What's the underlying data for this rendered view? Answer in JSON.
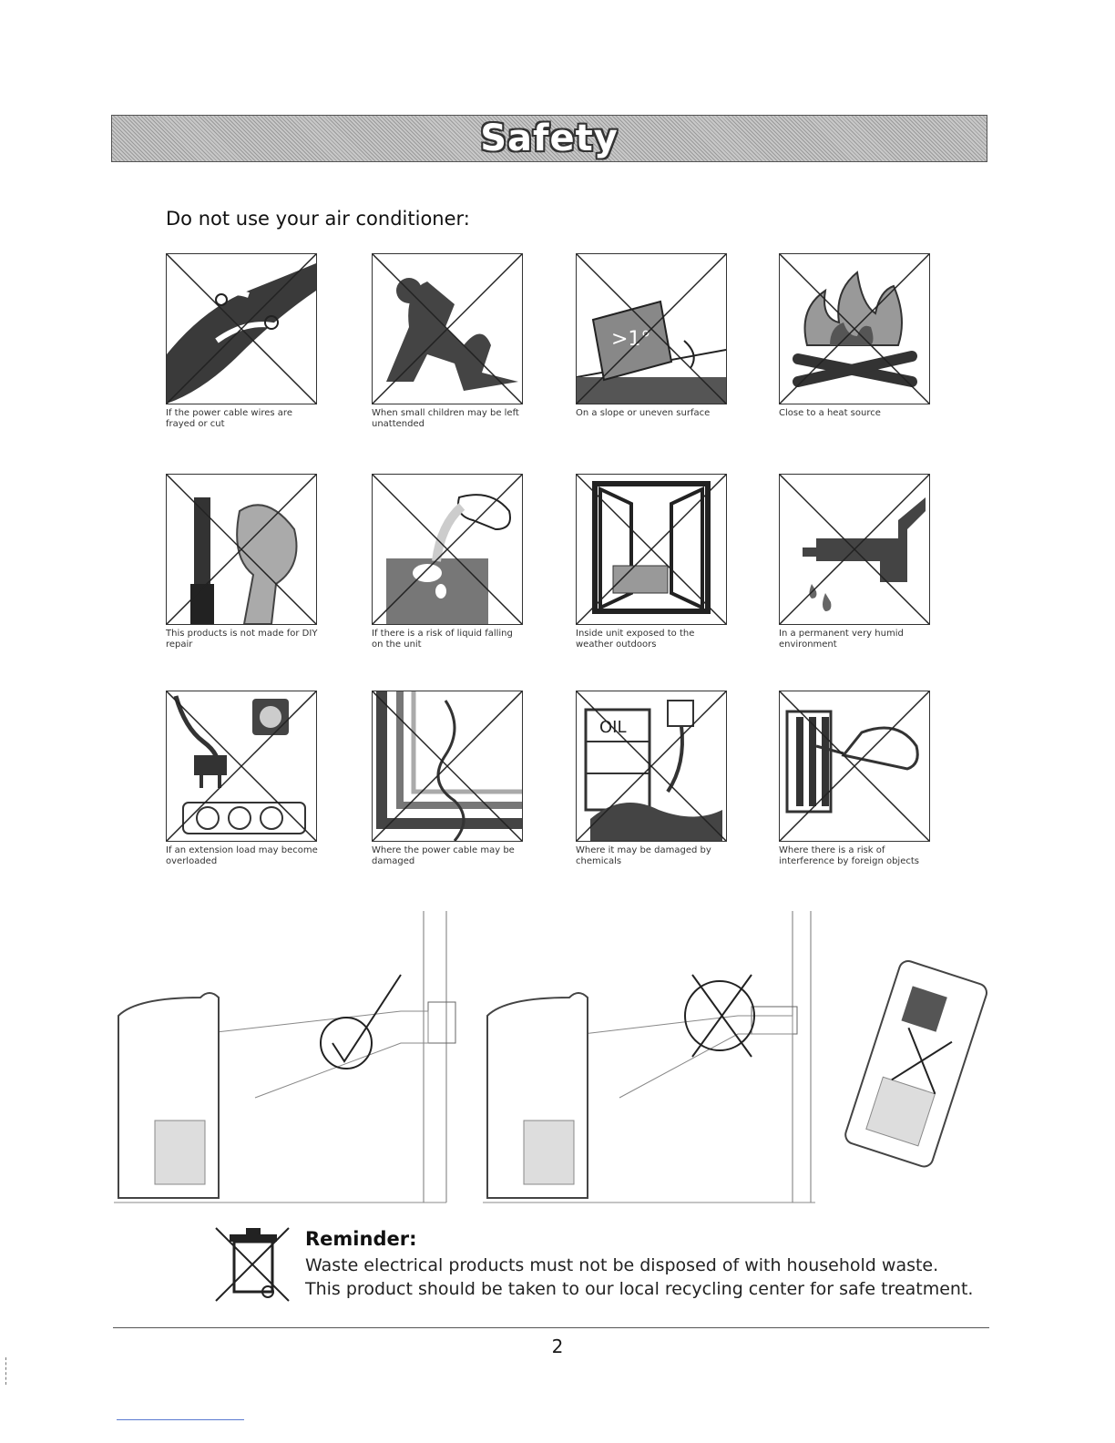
{
  "header": {
    "title": "Safety"
  },
  "intro": {
    "heading": "Do not use your air conditioner:"
  },
  "warnings": [
    {
      "icon": "frayed-cable-icon",
      "caption": "If the power cable wires are frayed or cut"
    },
    {
      "icon": "child-icon",
      "caption": "When small children may be left unattended"
    },
    {
      "icon": "slope-icon",
      "caption": "On a slope or uneven surface"
    },
    {
      "icon": "fire-icon",
      "caption": "Close to a heat source"
    },
    {
      "icon": "tools-icon",
      "caption": "This products is not made for DIY repair"
    },
    {
      "icon": "liquid-icon",
      "caption": "If there is a risk of liquid falling on the unit"
    },
    {
      "icon": "outdoor-window-icon",
      "caption": "Inside unit exposed to the weather outdoors"
    },
    {
      "icon": "humid-tap-icon",
      "caption": "In a permanent very humid environment"
    },
    {
      "icon": "extension-plug-icon",
      "caption": "If an extension load may become overloaded"
    },
    {
      "icon": "cable-damage-icon",
      "caption": "Where the power cable may be damaged"
    },
    {
      "icon": "oil-chemicals-icon",
      "caption": "Where it may be damaged by chemicals"
    },
    {
      "icon": "foreign-objects-icon",
      "caption": "Where there is a risk of interference by foreign objects"
    }
  ],
  "oil_label": "OIL",
  "reminder": {
    "title": "Reminder:",
    "line1": "Waste electrical products must not be disposed of with household waste.",
    "line2": "This product should be taken to our local recycling center for safe treatment."
  },
  "footer": {
    "page_number": "2"
  },
  "colors": {
    "ink": "#1a1a1a",
    "shade": "#555555",
    "banner": "#b0b0b0"
  }
}
